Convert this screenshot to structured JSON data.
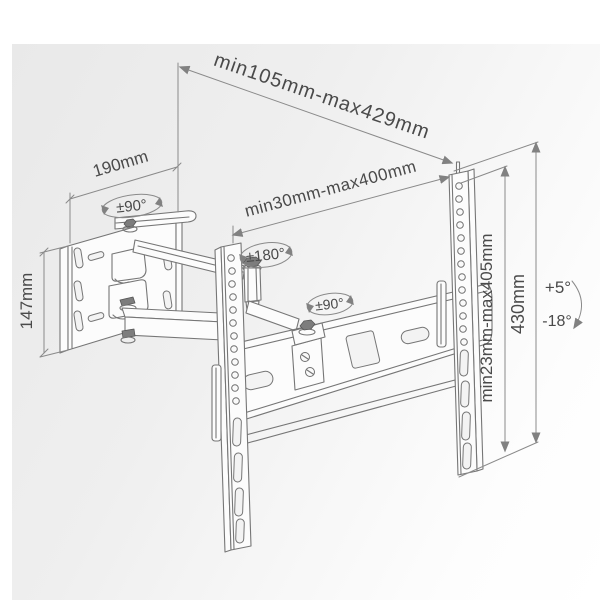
{
  "colors": {
    "line": "#767676",
    "dimension_line": "#8a8a8a",
    "text": "#4a4a4a",
    "background_top_left": "#e9e9e9",
    "background_bottom_right": "#ffffff"
  },
  "labels": {
    "arm_extension_range": "min105mm-max429mm",
    "wall_plate_width": "190mm",
    "top_swivel_angle": "±90°",
    "wall_plate_height": "147mm",
    "vesa_width_range": "min30mm-max400mm",
    "arm_swivel_angle": "±180°",
    "bracket_swivel_angle": "±90°",
    "vesa_height_range": "min23mm-max405mm",
    "rail_length": "430mm",
    "tilt_up_angle": "+5°",
    "tilt_down_angle": "-18°"
  }
}
